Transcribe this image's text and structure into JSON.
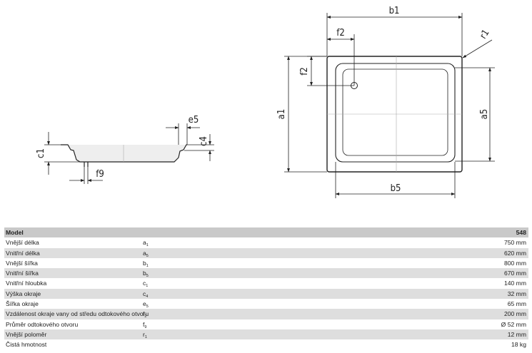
{
  "drawing": {
    "labels": {
      "b1": "b1",
      "f2_top": "f2",
      "r1": "r1",
      "f2_side": "f2",
      "a1": "a1",
      "a5": "a5",
      "b5": "b5",
      "e5": "e5",
      "c4": "c4",
      "c1": "c1",
      "f9": "f9"
    }
  },
  "table": {
    "header": {
      "name": "Model",
      "value": "548"
    },
    "rows": [
      {
        "name": "Vnější délka",
        "sym": "a",
        "sub": "1",
        "value": "750 mm"
      },
      {
        "name": "Vnitřní délka",
        "sym": "a",
        "sub": "5",
        "value": "620 mm"
      },
      {
        "name": "Vnější šířka",
        "sym": "b",
        "sub": "1",
        "value": "800 mm"
      },
      {
        "name": "Vnitřní šířka",
        "sym": "b",
        "sub": "5",
        "value": "670 mm"
      },
      {
        "name": "Vnitřní hloubka",
        "sym": "c",
        "sub": "1",
        "value": "140 mm"
      },
      {
        "name": "Výška okraje",
        "sym": "c",
        "sub": "4",
        "value": "32 mm"
      },
      {
        "name": "Šířka okraje",
        "sym": "e",
        "sub": "5",
        "value": "65 mm"
      },
      {
        "name": "Vzdálenost okraje vany od středu odtokového otvoru",
        "sym": "f",
        "sub": "2",
        "value": "200 mm"
      },
      {
        "name": "Průměr odtokového otvoru",
        "sym": "f",
        "sub": "9",
        "value": "Ø 52 mm"
      },
      {
        "name": "Vnější poloměr",
        "sym": "r",
        "sub": "1",
        "value": "12 mm"
      },
      {
        "name": "Čistá hmotnost",
        "sym": "",
        "sub": "",
        "value": "18 kg"
      }
    ]
  }
}
